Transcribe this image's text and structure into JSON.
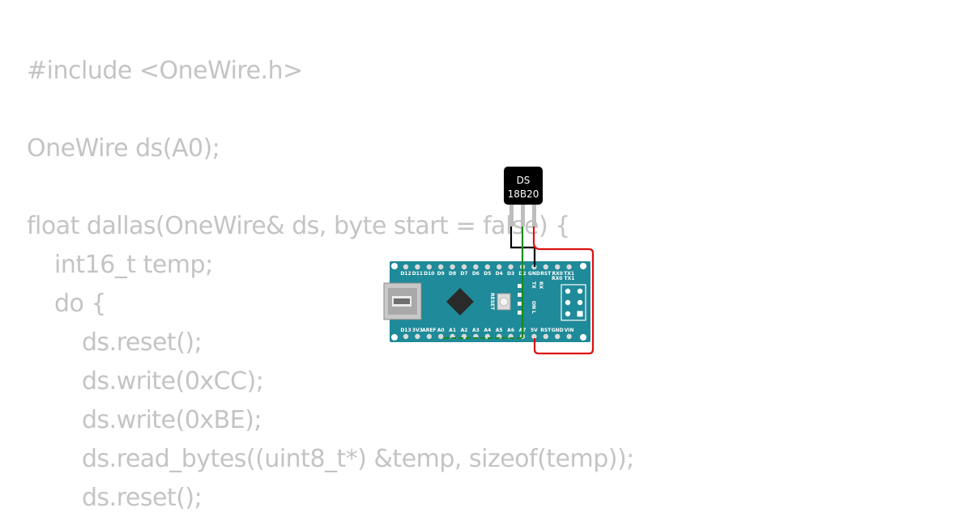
{
  "code_lines": [
    {
      "text": "#include <OneWire.h>",
      "indent": 0
    },
    {
      "text": "",
      "indent": 0
    },
    {
      "text": "OneWire ds(A0);",
      "indent": 0
    },
    {
      "text": "",
      "indent": 0
    },
    {
      "text": "float dallas(OneWire& ds, byte start = false) {",
      "indent": 0
    },
    {
      "text": "int16_t temp;",
      "indent": 1
    },
    {
      "text": "do {",
      "indent": 1
    },
    {
      "text": "ds.reset();",
      "indent": 2
    },
    {
      "text": "ds.write(0xCC);",
      "indent": 2
    },
    {
      "text": "ds.write(0xBE);",
      "indent": 2
    },
    {
      "text": "ds.read_bytes((uint8_t*) &temp, sizeof(temp));",
      "indent": 2
    },
    {
      "text": "ds.reset();",
      "indent": 2
    }
  ],
  "sensor": {
    "label_line1": "DS",
    "label_line2": "18B20"
  },
  "board": {
    "top_pins": [
      "D12",
      "D11",
      "D10",
      "D9",
      "D8",
      "D7",
      "D6",
      "D5",
      "D4",
      "D3",
      "D2",
      "GND",
      "RST",
      "RX0",
      "TX1"
    ],
    "bottom_pins": [
      "D13",
      "3V3",
      "AREF",
      "A0",
      "A1",
      "A2",
      "A3",
      "A4",
      "A5",
      "A6",
      "A7",
      "5V",
      "RST",
      "GND",
      "VIN"
    ],
    "reset_label": "RESET",
    "led_labels": [
      "TX",
      "RX",
      "ON",
      "L"
    ],
    "header_label": "RX0 TX1"
  },
  "colors": {
    "code_text": "#c4c4c4",
    "board": "#1f8a99",
    "wire_gnd": "#000000",
    "wire_data": "#1a8a1a",
    "wire_vcc": "#dd1111"
  }
}
